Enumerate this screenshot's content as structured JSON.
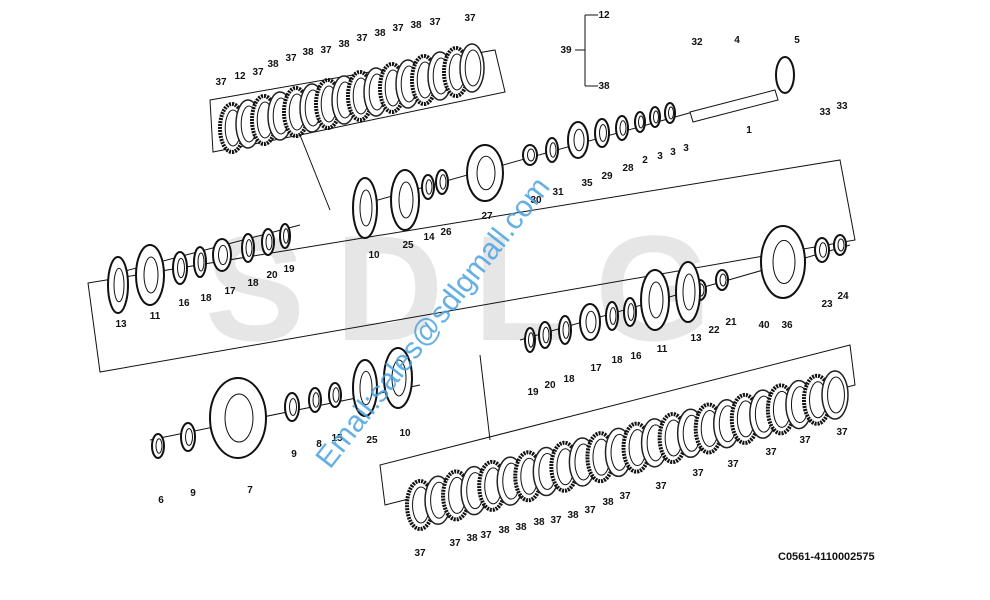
{
  "watermark": {
    "brand": "SDLG",
    "email": "Email:sales@sdlgmall.com"
  },
  "drawing_code": "C0561-4110002575",
  "bracket": {
    "top": "12",
    "group": "39",
    "bottom": "38"
  },
  "labels": [
    "37",
    "12",
    "37",
    "38",
    "37",
    "38",
    "37",
    "38",
    "37",
    "38",
    "37",
    "38",
    "37",
    "37",
    "32",
    "4",
    "5",
    "33",
    "33",
    "1",
    "3",
    "3",
    "3",
    "2",
    "28",
    "29",
    "35",
    "31",
    "30",
    "27",
    "26",
    "14",
    "25",
    "10",
    "19",
    "20",
    "18",
    "17",
    "18",
    "16",
    "11",
    "13",
    "24",
    "23",
    "36",
    "40",
    "21",
    "22",
    "13",
    "11",
    "16",
    "18",
    "17",
    "18",
    "20",
    "19",
    "10",
    "25",
    "15",
    "8",
    "9",
    "7",
    "9",
    "6",
    "37",
    "37",
    "38",
    "37",
    "38",
    "38",
    "38",
    "37",
    "38",
    "37",
    "38",
    "37",
    "37",
    "37",
    "37",
    "37",
    "37",
    "37"
  ]
}
